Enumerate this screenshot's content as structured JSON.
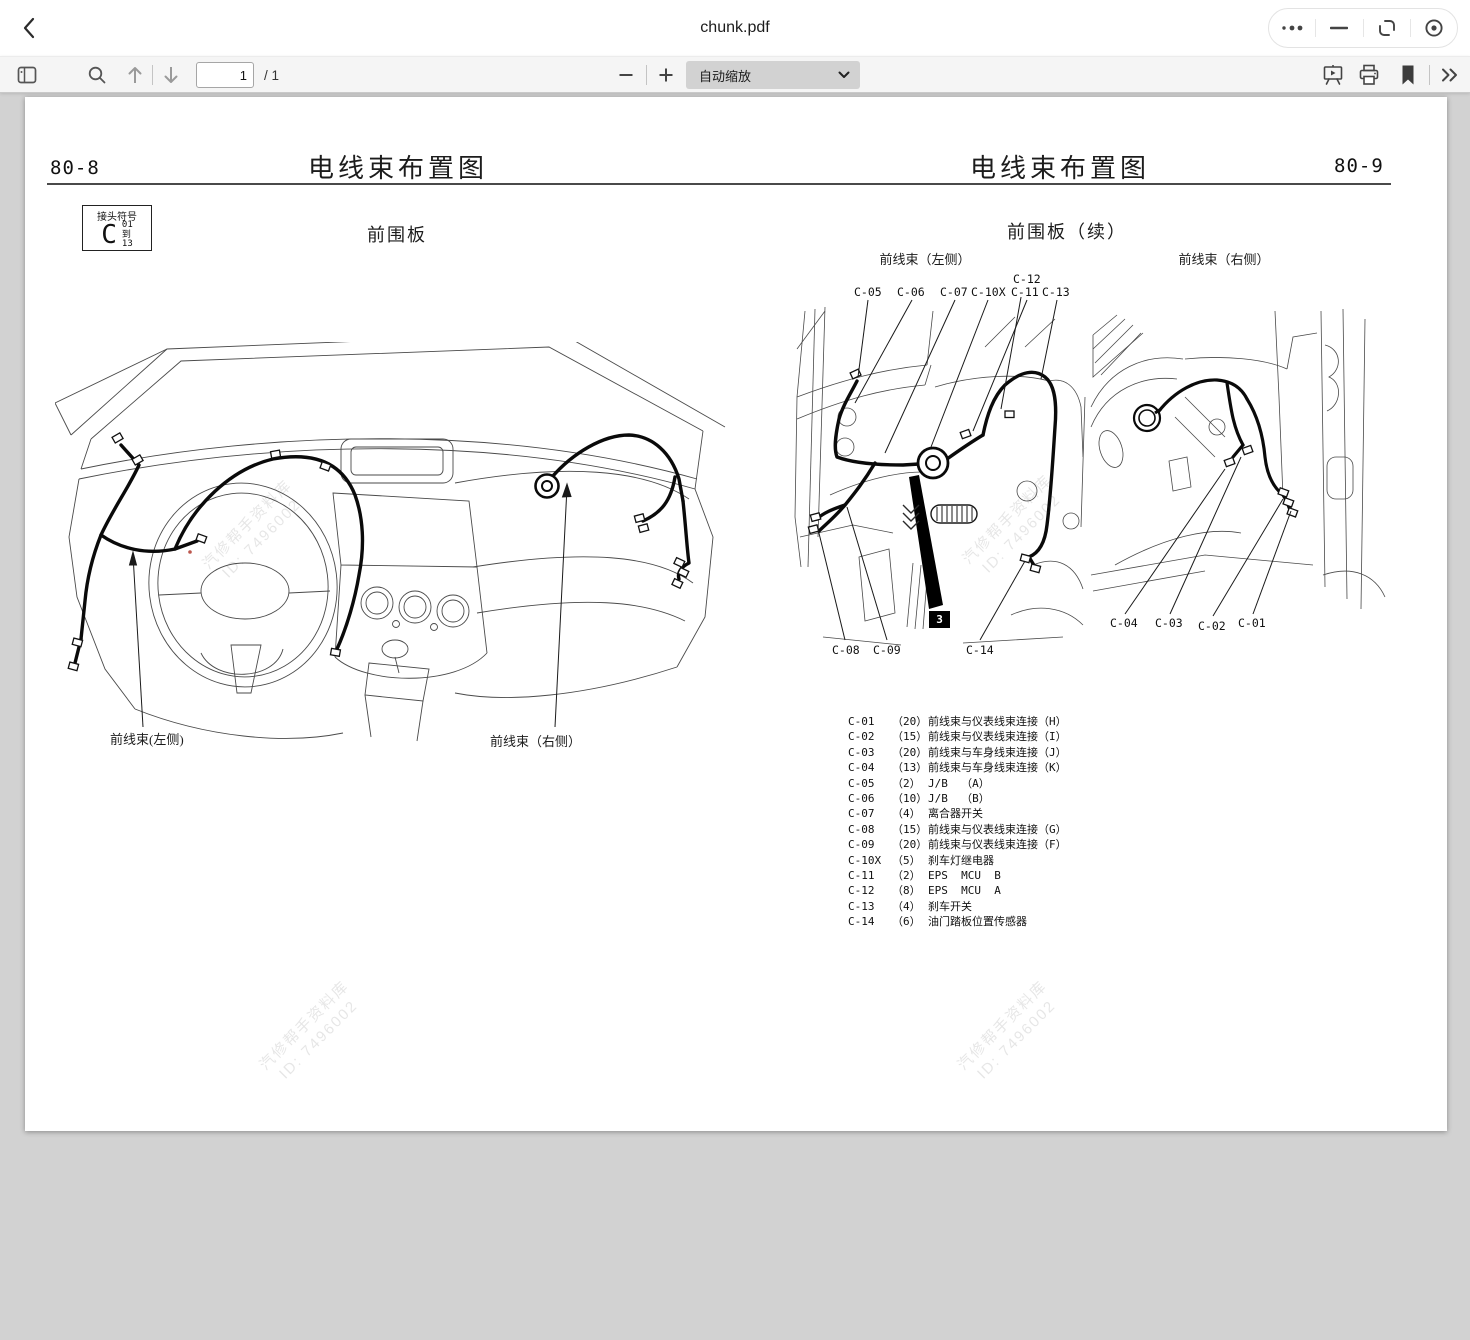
{
  "window": {
    "title": "chunk.pdf"
  },
  "toolbar": {
    "page_input": "1",
    "page_total": "/ 1",
    "zoom_select": "自动缩放"
  },
  "pages": {
    "left": {
      "page_no": "80-8",
      "title": "电线束布置图",
      "connector_box": {
        "header": "接头符号",
        "letter": "C",
        "from": "01",
        "to_word": "到",
        "to": "13"
      },
      "subtitle": "前围板",
      "label_left": "前线束(左侧)",
      "label_right": "前线束（右侧）"
    },
    "right": {
      "page_no": "80-9",
      "title": "电线束布置图",
      "subtitle": "前围板（续）",
      "section_left": "前线束（左侧）",
      "section_right": "前线束（右侧）",
      "mid_top_labels": [
        "C-05",
        "C-06",
        "C-07",
        "C-10X",
        "C-11",
        "C-13"
      ],
      "mid_top_label_c12": "C-12",
      "mid_bottom_labels": [
        "C-08",
        "C-09",
        "C-14"
      ],
      "callout": "3",
      "right_bottom_labels": [
        "C-04",
        "C-03",
        "C-02",
        "C-01"
      ],
      "legend": [
        {
          "code": "C-01",
          "pins": "（20）",
          "desc": "前线束与仪表线束连接（H）"
        },
        {
          "code": "C-02",
          "pins": "（15）",
          "desc": "前线束与仪表线束连接（I）"
        },
        {
          "code": "C-03",
          "pins": "（20）",
          "desc": "前线束与车身线束连接（J）"
        },
        {
          "code": "C-04",
          "pins": "（13）",
          "desc": "前线束与车身线束连接（K）"
        },
        {
          "code": "C-05",
          "pins": "（2）",
          "desc": "J/B  （A）"
        },
        {
          "code": "C-06",
          "pins": "（10）",
          "desc": "J/B  （B）"
        },
        {
          "code": "C-07",
          "pins": "（4）",
          "desc": "离合器开关"
        },
        {
          "code": "C-08",
          "pins": "（15）",
          "desc": "前线束与仪表线束连接（G）"
        },
        {
          "code": "C-09",
          "pins": "（20）",
          "desc": "前线束与仪表线束连接（F）"
        },
        {
          "code": "C-10X",
          "pins": "（5）",
          "desc": "刹车灯继电器"
        },
        {
          "code": "C-11",
          "pins": "（2）",
          "desc": "EPS  MCU  B"
        },
        {
          "code": "C-12",
          "pins": "（8）",
          "desc": "EPS  MCU  A"
        },
        {
          "code": "C-13",
          "pins": "（4）",
          "desc": "刹车开关"
        },
        {
          "code": "C-14",
          "pins": "（6）",
          "desc": "油门踏板位置传感器"
        }
      ]
    }
  },
  "watermark": {
    "line1": "汽修帮手资料库",
    "line2": "ID: 7496002"
  }
}
